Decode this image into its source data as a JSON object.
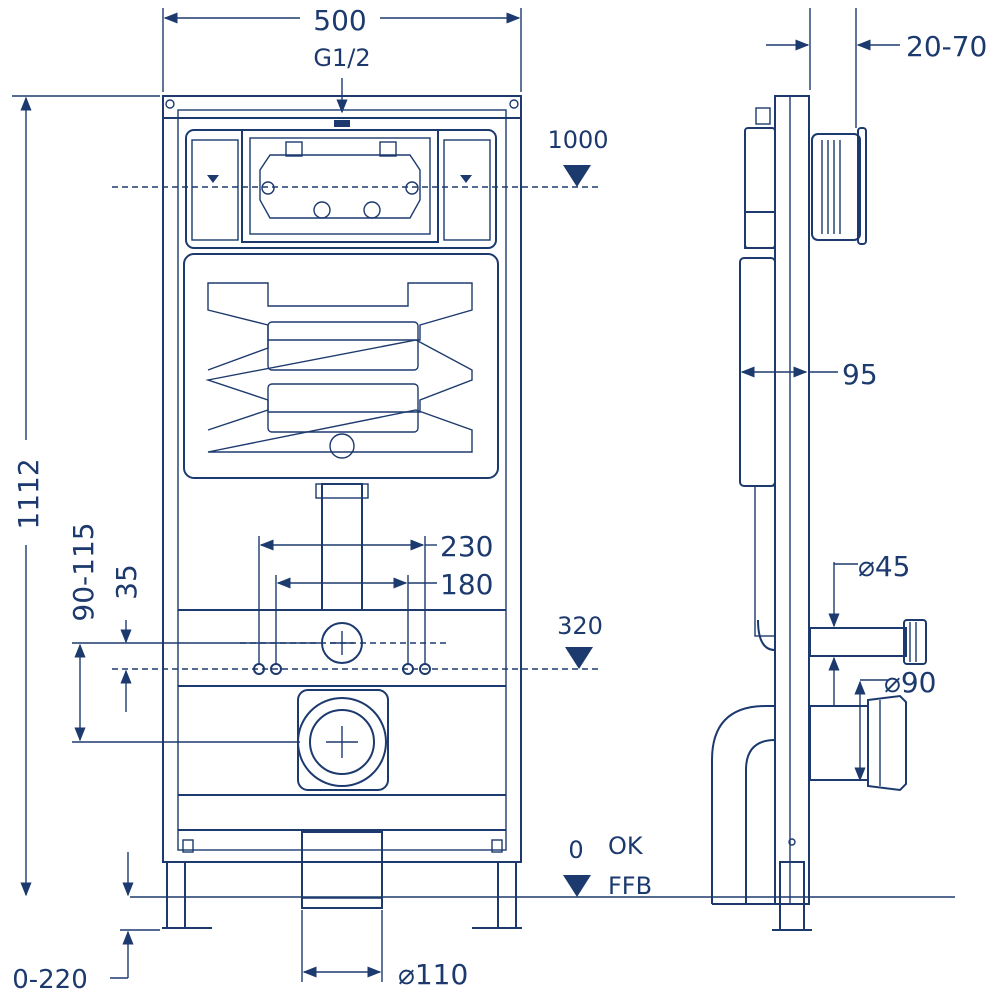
{
  "colors": {
    "line": "#1d3a6e",
    "background": "#ffffff"
  },
  "front_view": {
    "width_dim": "500",
    "water_inlet": "G1/2",
    "height_dim": "1112",
    "height_upper_marker": "1000",
    "height_lower_marker": "320",
    "bolt_spacing_outer": "230",
    "bolt_spacing_inner": "180",
    "bolt_height": "35",
    "drain_height": "90-115",
    "floor_marker": "0",
    "floor_label_top": "OK",
    "floor_label_bottom": "FFB",
    "leg_adjust": "0-220",
    "drain_diameter": "⌀110"
  },
  "side_view": {
    "wall_gap": "20-70",
    "depth": "95",
    "inlet_diameter": "⌀45",
    "outlet_diameter": "⌀90"
  }
}
